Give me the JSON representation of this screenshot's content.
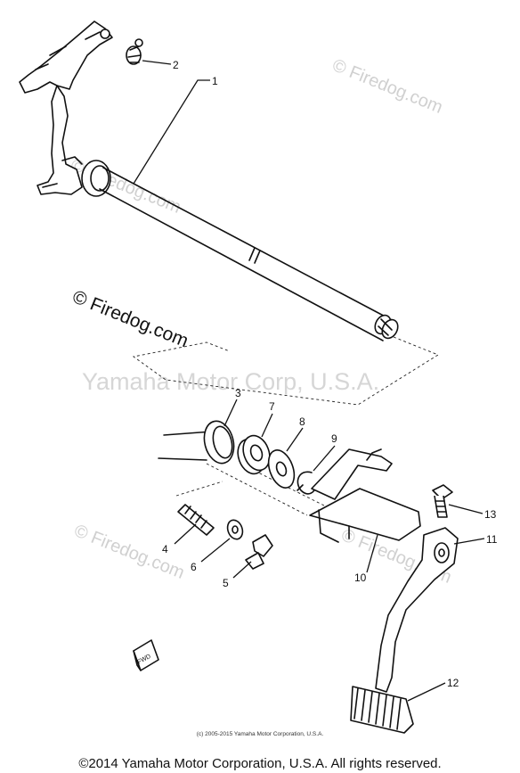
{
  "watermarks": {
    "firedog": "© Firedog.com",
    "yamaha": "Yamaha Motor Corp, U.S.A."
  },
  "callouts": [
    "1",
    "2",
    "3",
    "4",
    "5",
    "6",
    "7",
    "8",
    "9",
    "10",
    "11",
    "12",
    "13"
  ],
  "fwd_label": "FWD",
  "small_copyright": "(c) 2005-2015 Yamaha Motor Corporation, U.S.A.",
  "footer_copyright": "©2014 Yamaha Motor Corporation, U.S.A. All rights reserved."
}
